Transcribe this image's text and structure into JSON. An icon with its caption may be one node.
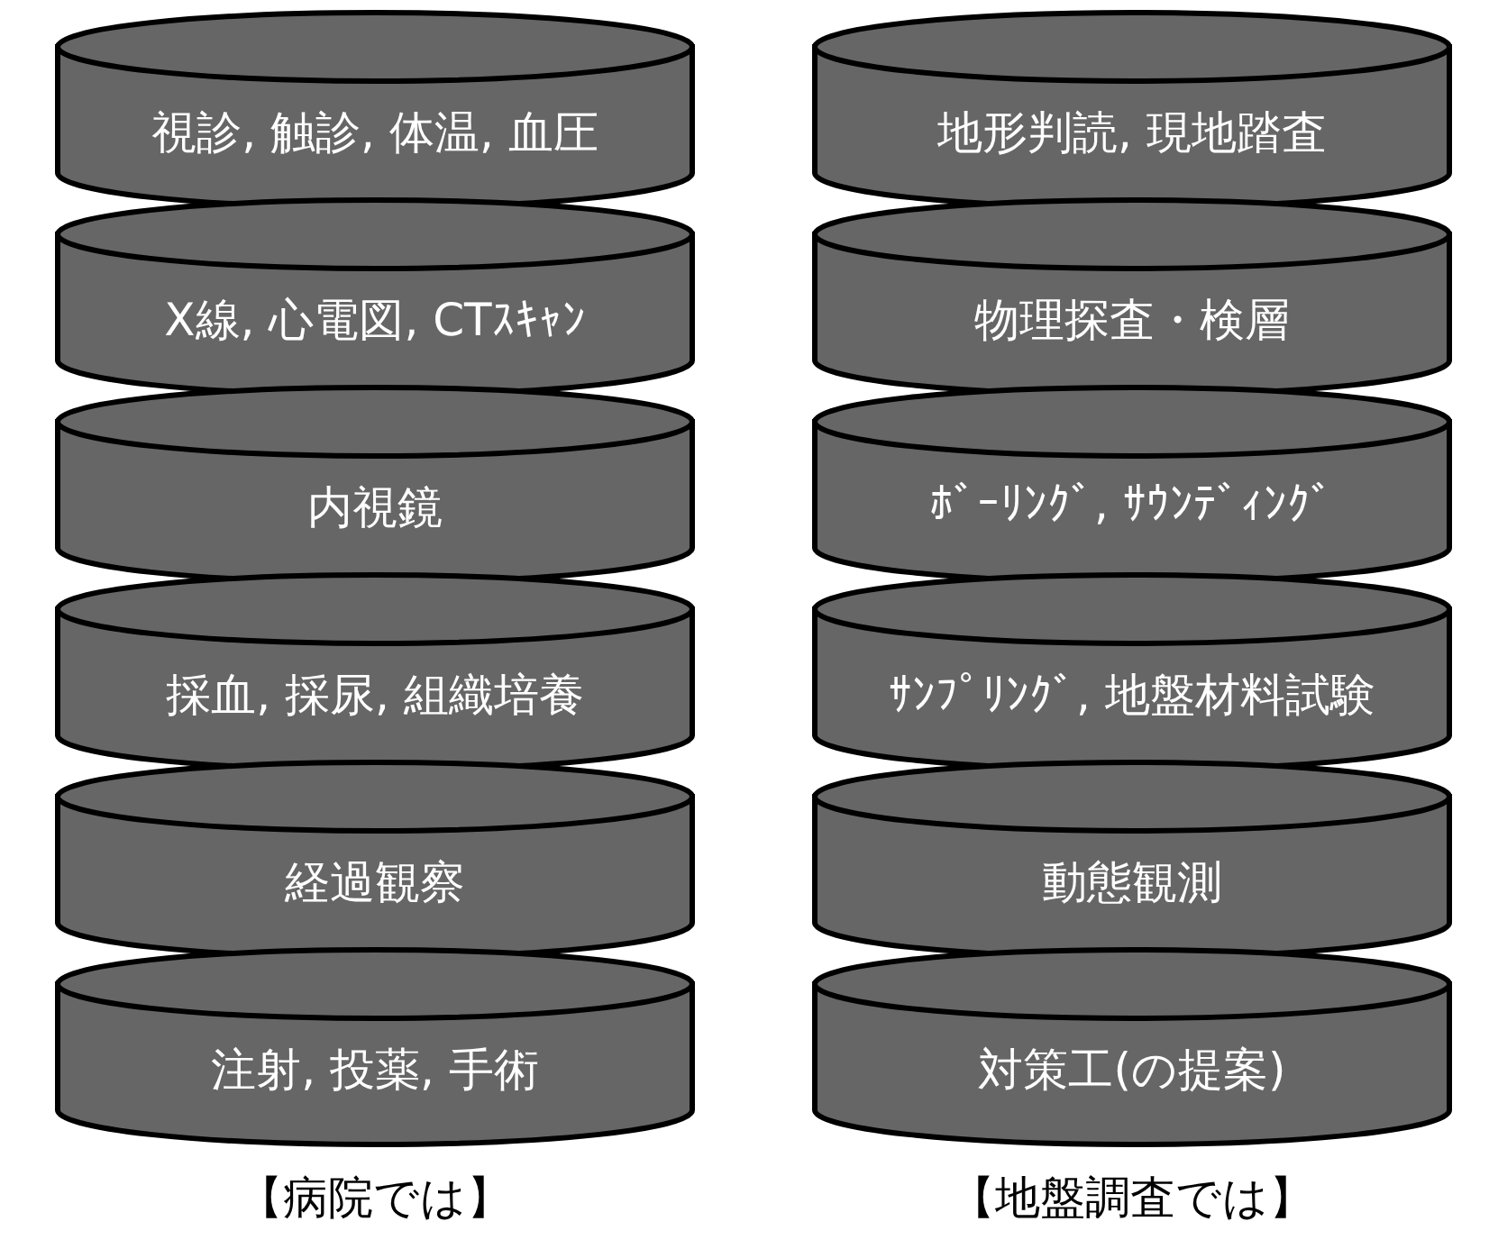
{
  "diagram": {
    "nodes": [
      {
        "text": [
          "視診, 触診, 体温, 血圧"
        ]
      },
      {
        "text": [
          "X線, 心電図, CTｽｷｬﾝ"
        ]
      },
      {
        "text": [
          "内視鏡"
        ]
      },
      {
        "text": [
          "採血, 採尿, 組織培養"
        ]
      },
      {
        "text": [
          "経過観察"
        ]
      },
      {
        "text": [
          "注射, 投薬, 手術"
        ]
      },
      {
        "text": [
          "地形判読, 現地踏査"
        ]
      },
      {
        "text": [
          "物理探査・検層"
        ]
      },
      {
        "text": [
          "ﾎﾞｰﾘﾝｸﾞ, ｻｳﾝﾃﾞｨﾝｸﾞ"
        ]
      },
      {
        "text": [
          "ｻﾝﾌﾟﾘﾝｸﾞ, 地盤材料試験"
        ]
      },
      {
        "text": [
          "動態観測"
        ]
      },
      {
        "text": [
          "対策工(の提案)"
        ]
      }
    ],
    "labels": [
      "【病院では】",
      "【地盤調査では】"
    ]
  }
}
